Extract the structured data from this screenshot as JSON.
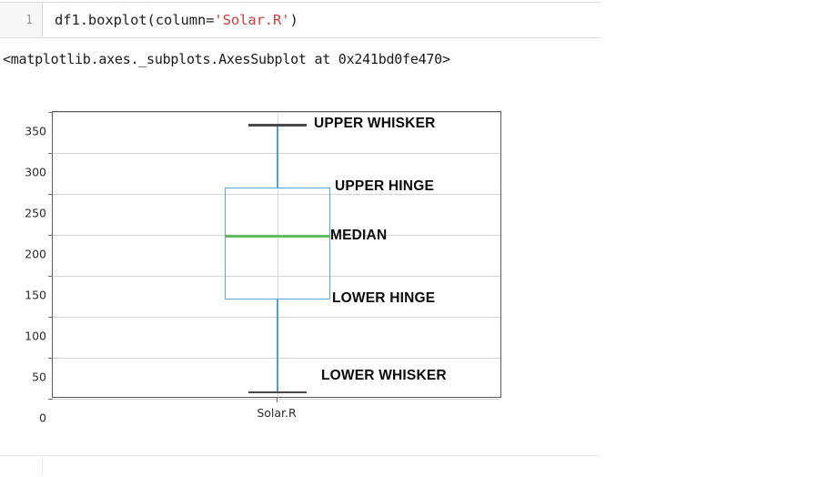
{
  "notebook": {
    "cell": {
      "prompt_number": "1",
      "code_prefix": "df1.boxplot(column=",
      "code_string_literal": "'Solar.R'",
      "code_suffix": ")",
      "string_color": "#c94040"
    },
    "output_repr": "<matplotlib.axes._subplots.AxesSubplot at 0x241bd0fe470>"
  },
  "chart_data": {
    "type": "box",
    "title": "",
    "xlabel": "",
    "ylabel": "",
    "categories": [
      "Solar.R"
    ],
    "ylim": [
      0,
      350
    ],
    "yticks": [
      0,
      50,
      100,
      150,
      200,
      250,
      300,
      350
    ],
    "ytick_labels": [
      "0",
      "50",
      "100",
      "150",
      "200",
      "250",
      "300",
      "350"
    ],
    "grid": true,
    "legend": false,
    "boxes": [
      {
        "name": "Solar.R",
        "lower_whisker": 8,
        "lower_hinge": 121,
        "median": 198,
        "upper_hinge": 258,
        "upper_whisker": 334,
        "box_color": "#5ba3d9",
        "whisker_color": "#4f9fd4",
        "cap_color": "#4a4a4a",
        "median_color": "#61bb63"
      }
    ],
    "annotations": [
      {
        "label": "UPPER WHISKER",
        "value": 334
      },
      {
        "label": "UPPER HINGE",
        "value": 258
      },
      {
        "label": "MEDIAN",
        "value": 198
      },
      {
        "label": "LOWER HINGE",
        "value": 121
      },
      {
        "label": "LOWER WHISKER",
        "value": 27
      }
    ]
  }
}
